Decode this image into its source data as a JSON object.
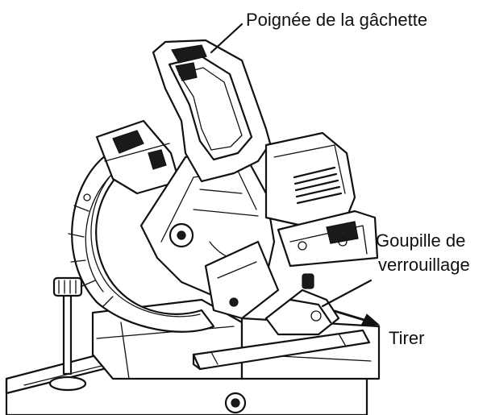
{
  "labels": {
    "trigger_handle": "Poignée de la gâchette",
    "lock_pin_line1": "Goupille de",
    "lock_pin_line2": "verrouillage",
    "pull": "Tirer"
  }
}
